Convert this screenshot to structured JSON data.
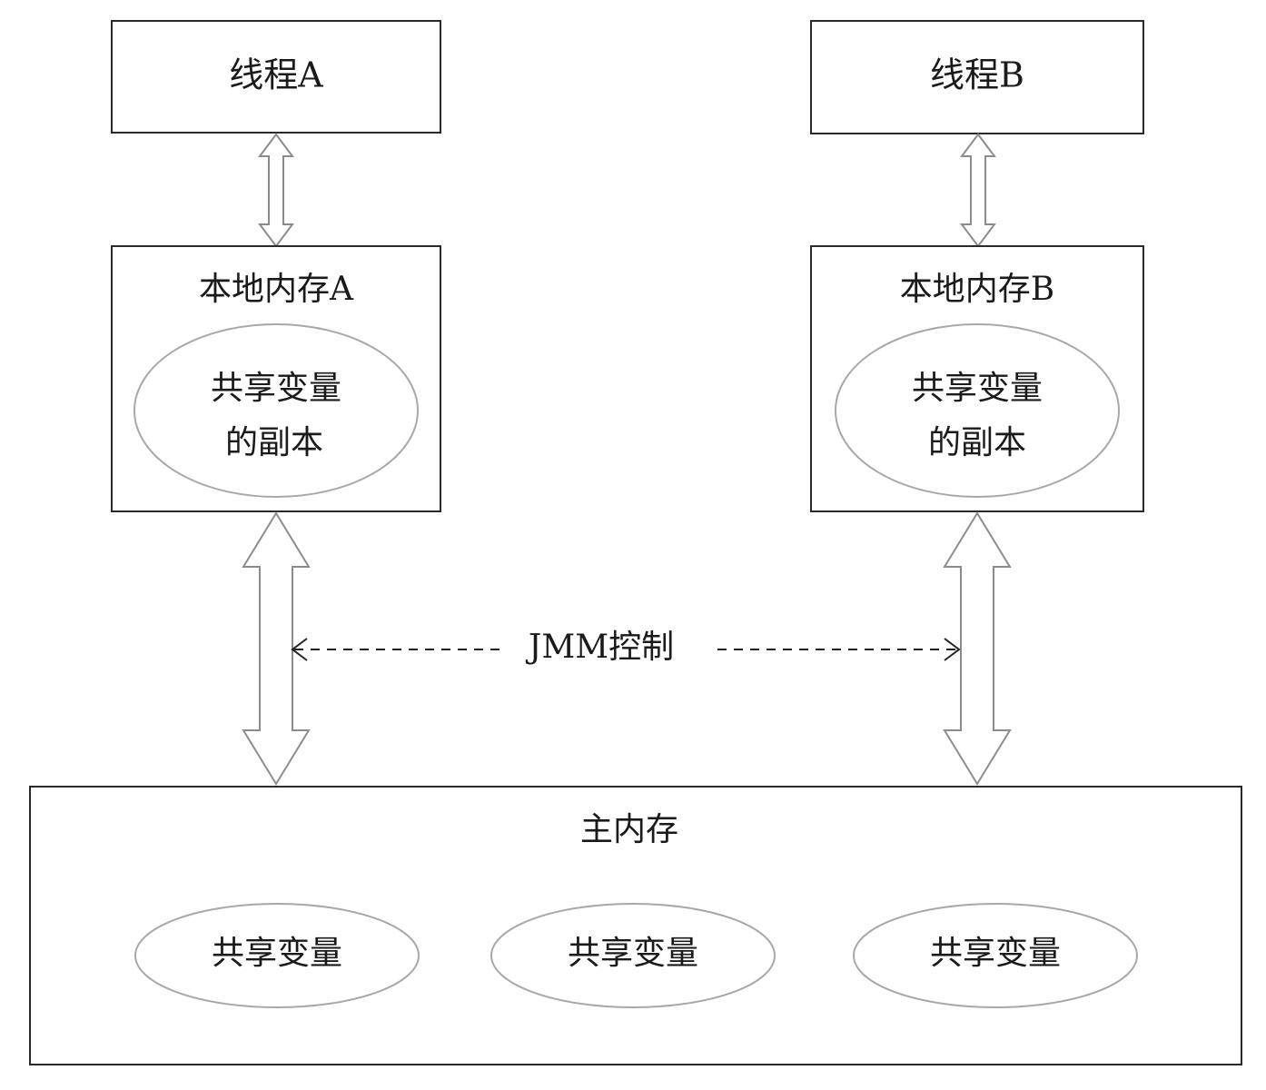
{
  "thread_a": {
    "label": "线程A"
  },
  "thread_b": {
    "label": "线程B"
  },
  "local_memory_a": {
    "label": "本地内存A",
    "copy_line1": "共享变量",
    "copy_line2": "的副本"
  },
  "local_memory_b": {
    "label": "本地内存B",
    "copy_line1": "共享变量",
    "copy_line2": "的副本"
  },
  "jmm_control": {
    "label": "JMM控制"
  },
  "main_memory": {
    "label": "主内存",
    "variables": [
      "共享变量",
      "共享变量",
      "共享变量"
    ]
  }
}
